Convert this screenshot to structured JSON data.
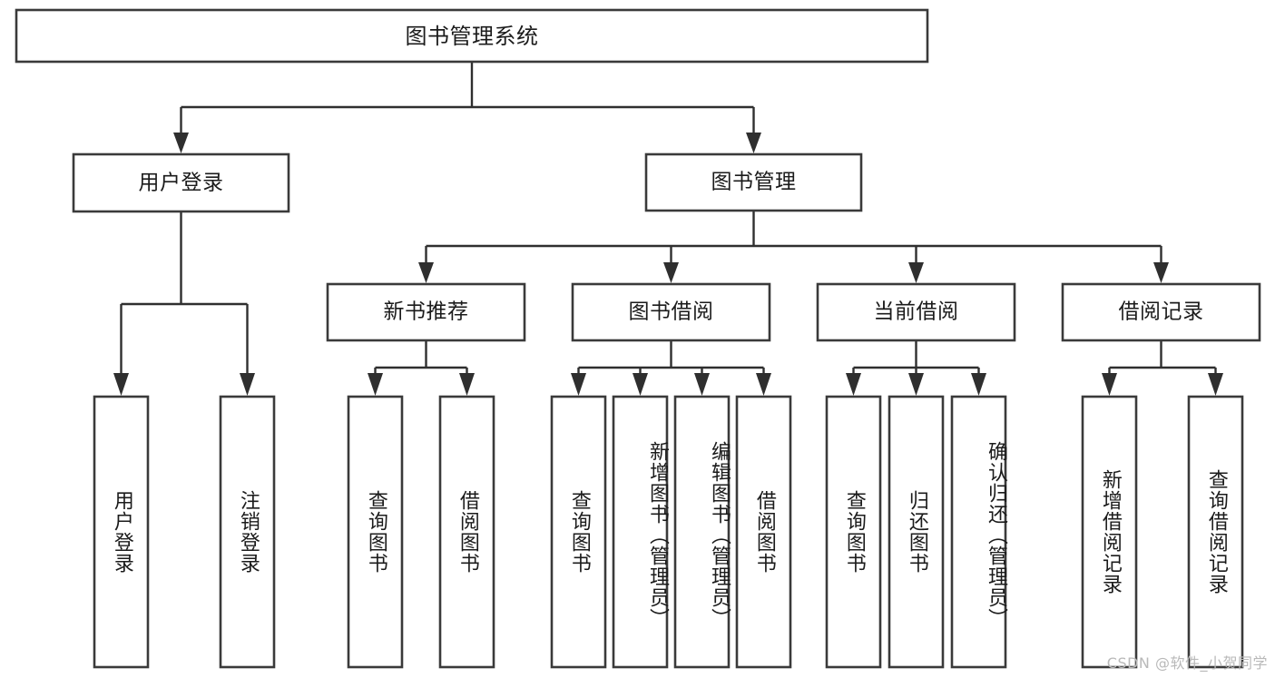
{
  "diagram": {
    "type": "tree",
    "title": "图书管理系统",
    "colors": {
      "box_stroke": "#3a3a3a",
      "box_fill": "#ffffff",
      "connector": "#2f2f2f",
      "text": "#1b1b1b",
      "background": "#ffffff",
      "watermark": "#b9b9b9"
    },
    "root": {
      "label": "图书管理系统"
    },
    "level2": [
      {
        "label": "用户登录"
      },
      {
        "label": "图书管理"
      }
    ],
    "level3": [
      {
        "label": "新书推荐"
      },
      {
        "label": "图书借阅"
      },
      {
        "label": "当前借阅"
      },
      {
        "label": "借阅记录"
      }
    ],
    "leaves": {
      "user_login": [
        {
          "label": "用户登录"
        },
        {
          "label": "注销登录"
        }
      ],
      "new_book_recommend": [
        {
          "label": "查询图书"
        },
        {
          "label": "借阅图书"
        }
      ],
      "book_borrow": [
        {
          "label": "查询图书"
        },
        {
          "label": "新增图书（管理员）"
        },
        {
          "label": "编辑图书（管理员）"
        },
        {
          "label": "借阅图书"
        }
      ],
      "current_borrow": [
        {
          "label": "查询图书"
        },
        {
          "label": "归还图书"
        },
        {
          "label": "确认归还（管理员）"
        }
      ],
      "borrow_record": [
        {
          "label": "新增借阅记录"
        },
        {
          "label": "查询借阅记录"
        }
      ]
    },
    "watermark": "CSDN @软件_小贺同学"
  }
}
